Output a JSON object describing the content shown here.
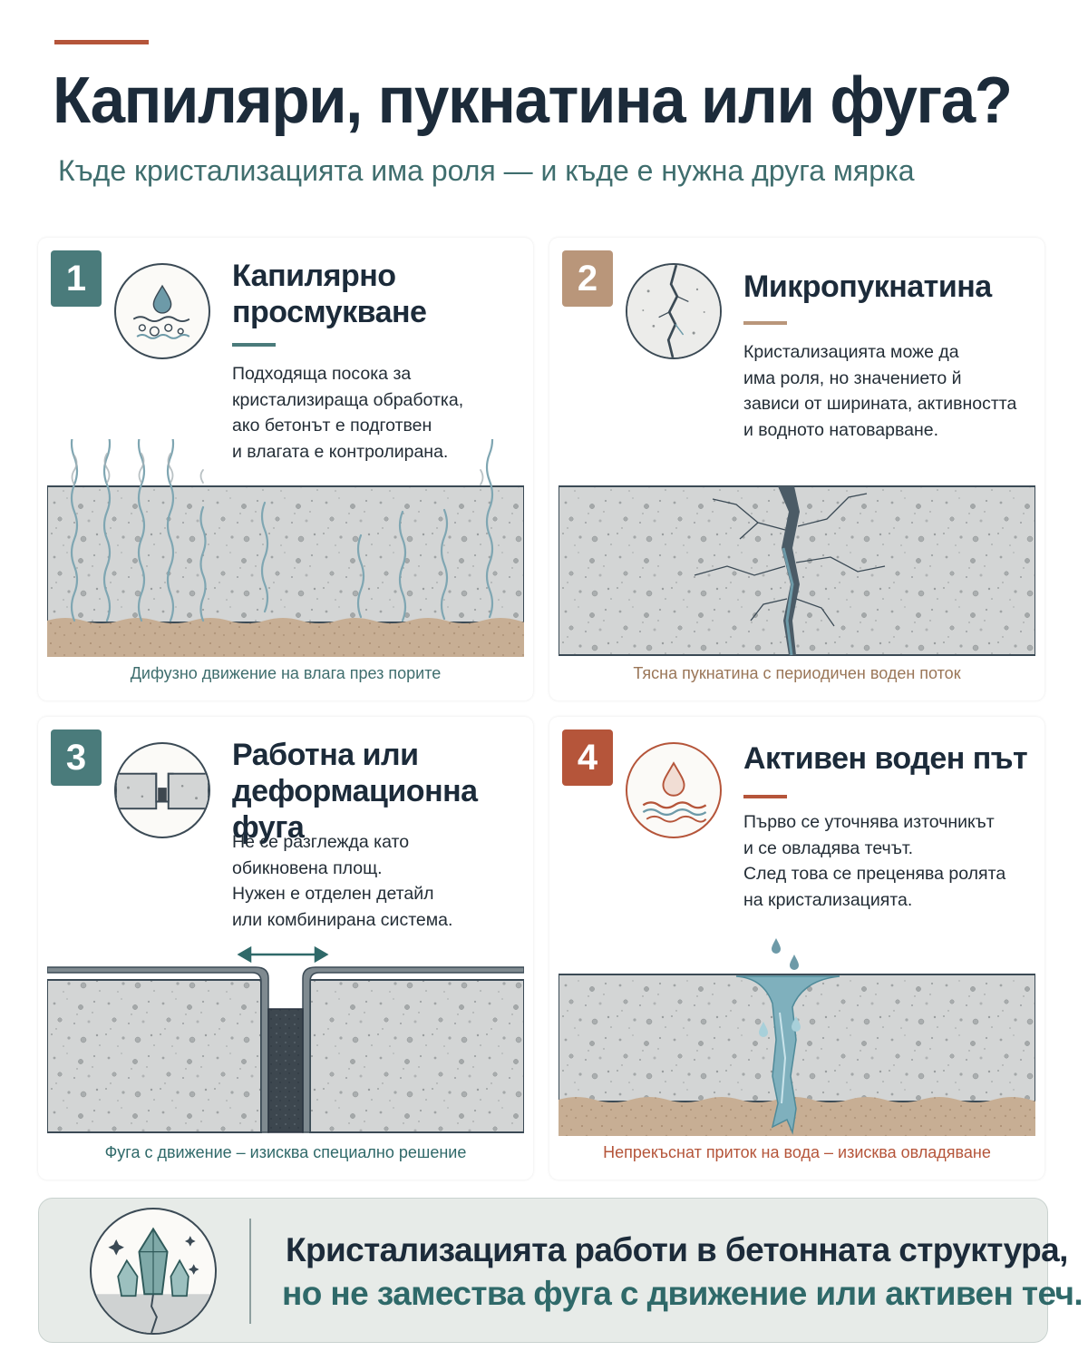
{
  "header": {
    "title": "Капиляри, пукнатина или фуга?",
    "subtitle": "Къде кристализацията има роля — и къде е нужна друга мярка"
  },
  "colors": {
    "dark": "#1c2b3a",
    "teal": "#4a7b7b",
    "tan": "#b9967a",
    "rust": "#b5553a",
    "water": "#6d9aa8"
  },
  "cards": [
    {
      "number": "1",
      "icon": "water-drop-pores-icon",
      "title_lines": [
        "Капилярно",
        "просмукване"
      ],
      "text_lines": [
        "Подходяща посока за",
        "кристализираща обработка,",
        "ако бетонът е подготвен",
        "и влагата е контролирана."
      ],
      "caption": "Дифузно движение на влага през порите"
    },
    {
      "number": "2",
      "icon": "crack-icon",
      "title_lines": [
        "Микропукнатина"
      ],
      "text_lines": [
        "Кристализацията може да",
        "има роля, но значението й",
        "зависи от ширината, активността",
        "и водното натоварване."
      ],
      "caption": "Тясна пукнатина с периодичен воден поток"
    },
    {
      "number": "3",
      "icon": "joint-icon",
      "title_lines": [
        "Работна или",
        "деформационна фуга"
      ],
      "text_lines": [
        "Не се разглежда като",
        "обикновена площ.",
        "Нужен е отделен детайл",
        "или комбинирана система."
      ],
      "caption": "Фуга с движение – изисква специално решение"
    },
    {
      "number": "4",
      "icon": "water-drop-waves-icon",
      "title_lines": [
        "Активен воден път"
      ],
      "text_lines": [
        "Първо се уточнява източникът",
        "и се овладява течът.",
        "След това се преценява ролята",
        "на кристализацията."
      ],
      "caption": "Непрекъснат приток на вода – изисква овладяване"
    }
  ],
  "summary": {
    "icon": "crystal-icon",
    "line_1": "Кристализацията работи в бетонната структура,",
    "line_2": "но не замества фуга с движение или активен теч."
  }
}
